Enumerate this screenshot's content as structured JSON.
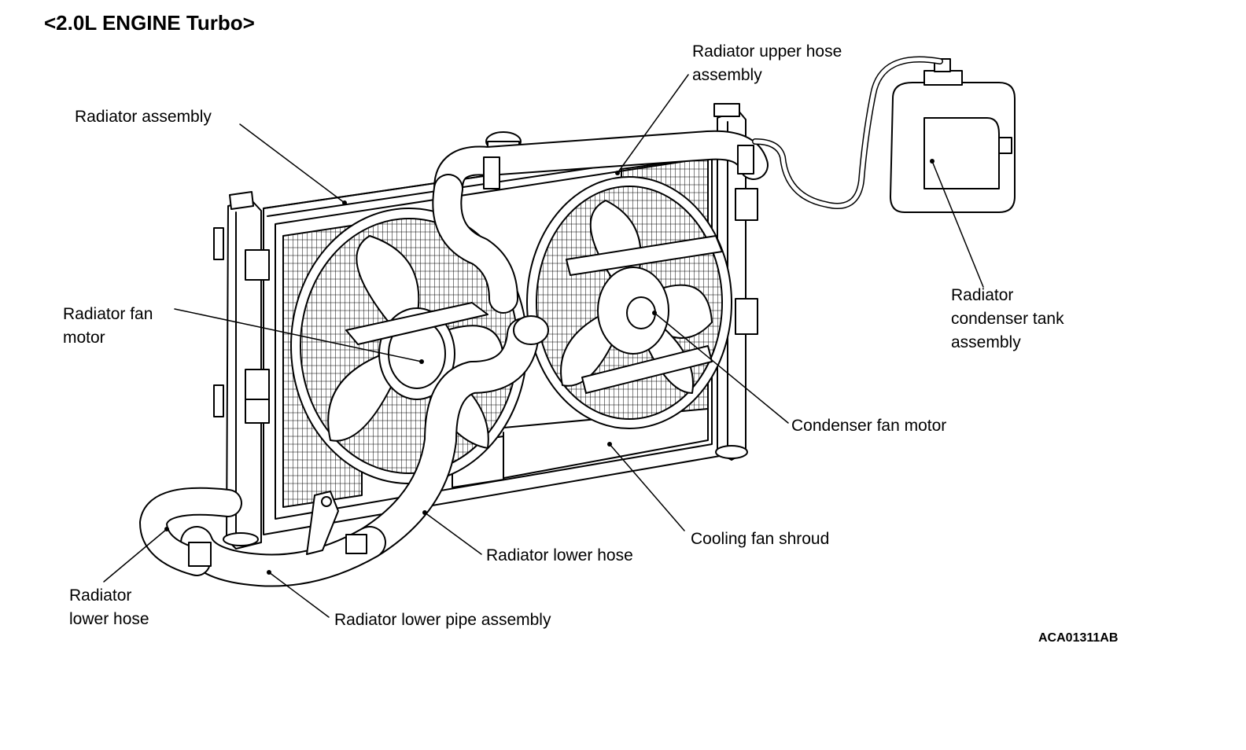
{
  "title": "<2.0L ENGINE Turbo>",
  "figure_id": "ACA01311AB",
  "labels": {
    "radiator_upper_hose": [
      "Radiator upper hose",
      "assembly"
    ],
    "radiator_assembly": [
      "Radiator assembly"
    ],
    "radiator_fan_motor": [
      "Radiator fan",
      "motor"
    ],
    "condenser_tank": [
      "Radiator",
      "condenser tank",
      "assembly"
    ],
    "condenser_fan_motor": [
      "Condenser fan motor"
    ],
    "cooling_fan_shroud": [
      "Cooling fan shroud"
    ],
    "radiator_lower_hose_center": [
      "Radiator lower hose"
    ],
    "radiator_lower_hose_left": [
      "Radiator",
      "lower hose"
    ],
    "radiator_lower_pipe": [
      "Radiator lower pipe assembly"
    ]
  }
}
